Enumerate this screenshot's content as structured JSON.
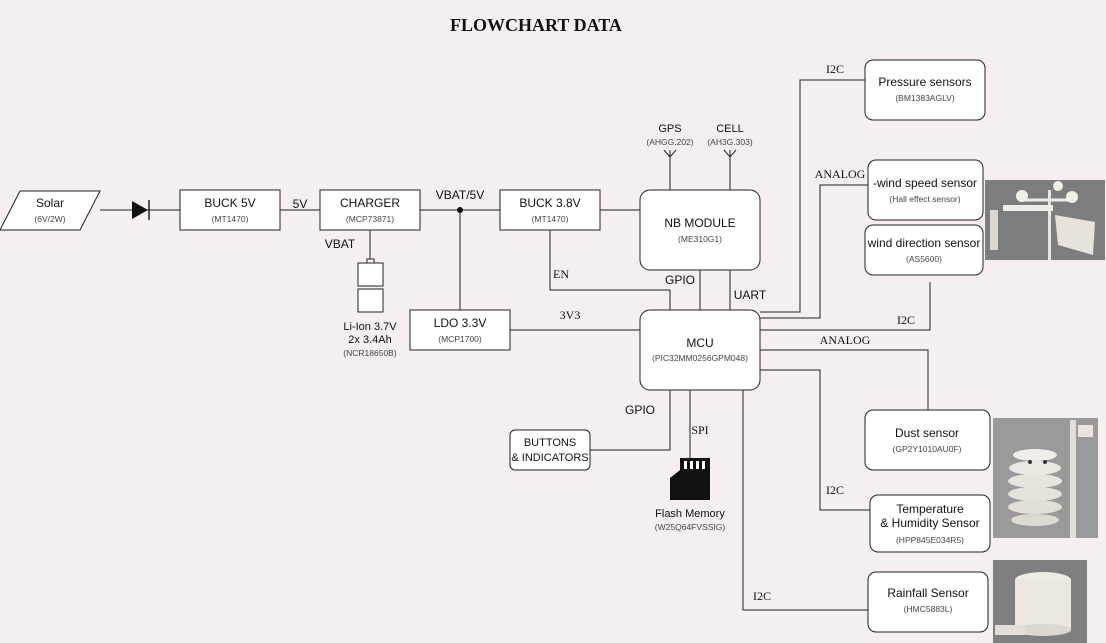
{
  "title": "FLOWCHART DATA",
  "blocks": {
    "solar": {
      "label": "Solar",
      "sub": "(6V/2W)"
    },
    "buck5": {
      "label": "BUCK 5V",
      "sub": "(MT1470)"
    },
    "charger": {
      "label": "CHARGER",
      "sub": "(MCP73871)"
    },
    "buck38": {
      "label": "BUCK 3.8V",
      "sub": "(MT1470)"
    },
    "nb": {
      "label": "NB MODULE",
      "sub": "(ME310G1)"
    },
    "ldo": {
      "label": "LDO 3.3V",
      "sub": "(MCP1700)"
    },
    "mcu": {
      "label": "MCU",
      "sub": "(PIC32MM0256GPM048)"
    },
    "buttons": {
      "line1": "BUTTONS",
      "line2": "& INDICATORS"
    },
    "flash": {
      "label": "Flash Memory",
      "sub": "(W25Q64FVSSIG)"
    },
    "battery": {
      "line1": "Li-Ion 3.7V",
      "line2": "2x 3.4Ah",
      "sub": "(NCR18650B)"
    },
    "gps": {
      "label": "GPS",
      "sub": "(AHGG.202)"
    },
    "cell": {
      "label": "CELL",
      "sub": "(AH3G.303)"
    },
    "pressure": {
      "label": "Pressure sensors",
      "sub": "(BM1383AGLV)"
    },
    "wind_speed": {
      "label": "-wind speed sensor",
      "sub": "(Hall effect sensor)"
    },
    "wind_dir": {
      "label": "wind direction sensor",
      "sub": "(AS5600)"
    },
    "dust": {
      "label": "Dust sensor",
      "sub": "(GP2Y1010AU0F)"
    },
    "temp": {
      "line1": "Temperature",
      "line2": "& Humidity Sensor",
      "sub": "(HPP845E034R5)"
    },
    "rain": {
      "label": "Rainfall Sensor",
      "sub": "(HMC5883L)"
    }
  },
  "wires": {
    "v5": "5V",
    "vbat5": "VBAT/5V",
    "vbat": "VBAT",
    "en": "EN",
    "gpio_nb": "GPIO",
    "uart": "UART",
    "v3v3": "3V3",
    "i2c_pressure": "I2C",
    "analog_wind": "ANALOG",
    "i2c_dir": "I2C",
    "analog_dust": "ANALOG",
    "gpio_btn": "GPIO",
    "spi": "SPI",
    "i2c_temp": "I2C",
    "i2c_rain": "I2C"
  },
  "icons": [
    "diode-icon",
    "battery-icon",
    "antenna-icon",
    "sd-card-icon",
    "anemometer-photo",
    "radiation-shield-photo",
    "rain-gauge-photo"
  ]
}
